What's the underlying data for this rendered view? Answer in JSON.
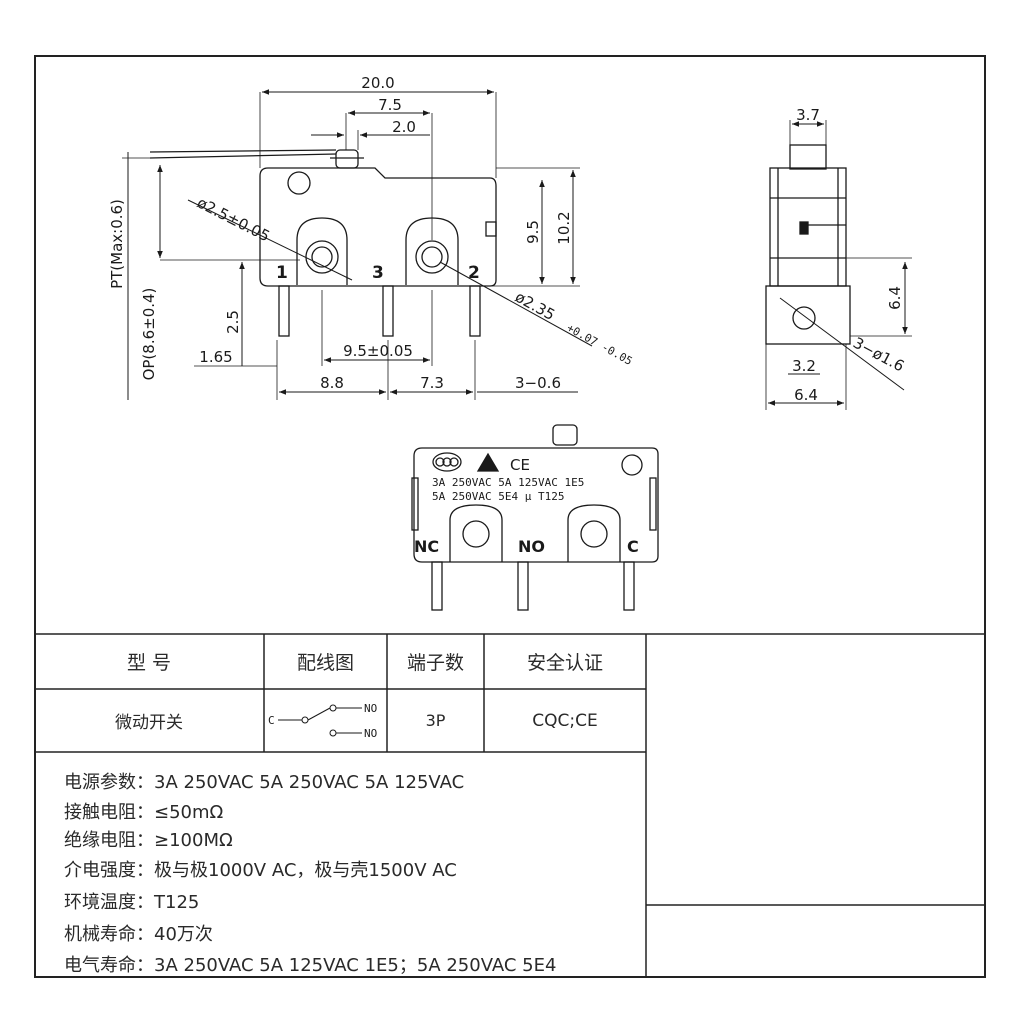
{
  "drawing": {
    "front": {
      "dim_overall": "20.0",
      "dim_lever": "7.5",
      "dim_actuator": "2.0",
      "dim_hole": "ø2.5±0.05",
      "dim_height_small": "9.5",
      "dim_height": "10.2",
      "dim_pin_offset": "2.5",
      "dim_pin_tail": "1.65",
      "dim_pin_spacing": "9.5±0.05",
      "dim_8_8": "8.8",
      "dim_7_3": "7.3",
      "dim_pin_width": "3−0.6",
      "dim_hole2": "ø2.35",
      "dim_hole2_tol": "+0.07 -0.05",
      "label_pt": "PT(Max:0.6)",
      "label_op": "OP(8.6±0.4)",
      "pin_1": "1",
      "pin_3": "3",
      "pin_2": "2"
    },
    "side": {
      "dim_width": "3.7",
      "dim_height": "6.4",
      "dim_base": "3.2",
      "dim_total": "6.4",
      "dim_pin": "3−ø1.6"
    },
    "back": {
      "marking_line1": "3A 250VAC 5A 125VAC 1E5",
      "marking_line2": "5A 250VAC 5E4 µ T125",
      "label_nc": "NC",
      "label_no": "NO",
      "label_c": "C",
      "cert_ce": "CE"
    }
  },
  "table": {
    "headers": [
      "型 号",
      "配线图",
      "端子数",
      "安全认证"
    ],
    "row": {
      "model": "微动开关",
      "wiring_c": "C",
      "wiring_no": "NO",
      "wiring_nc": "NO",
      "terminals": "3P",
      "certification": "CQC;CE"
    }
  },
  "specs": [
    "电源参数：3A 250VAC  5A 250VAC  5A 125VAC",
    "接触电阻：≤50mΩ",
    "绝缘电阻：≥100MΩ",
    "介电强度：极与极1000V AC，极与壳1500V AC",
    "环境温度：T125",
    "机械寿命：40万次",
    "电气寿命：3A 250VAC 5A 125VAC  1E5；5A 250VAC 5E4"
  ]
}
